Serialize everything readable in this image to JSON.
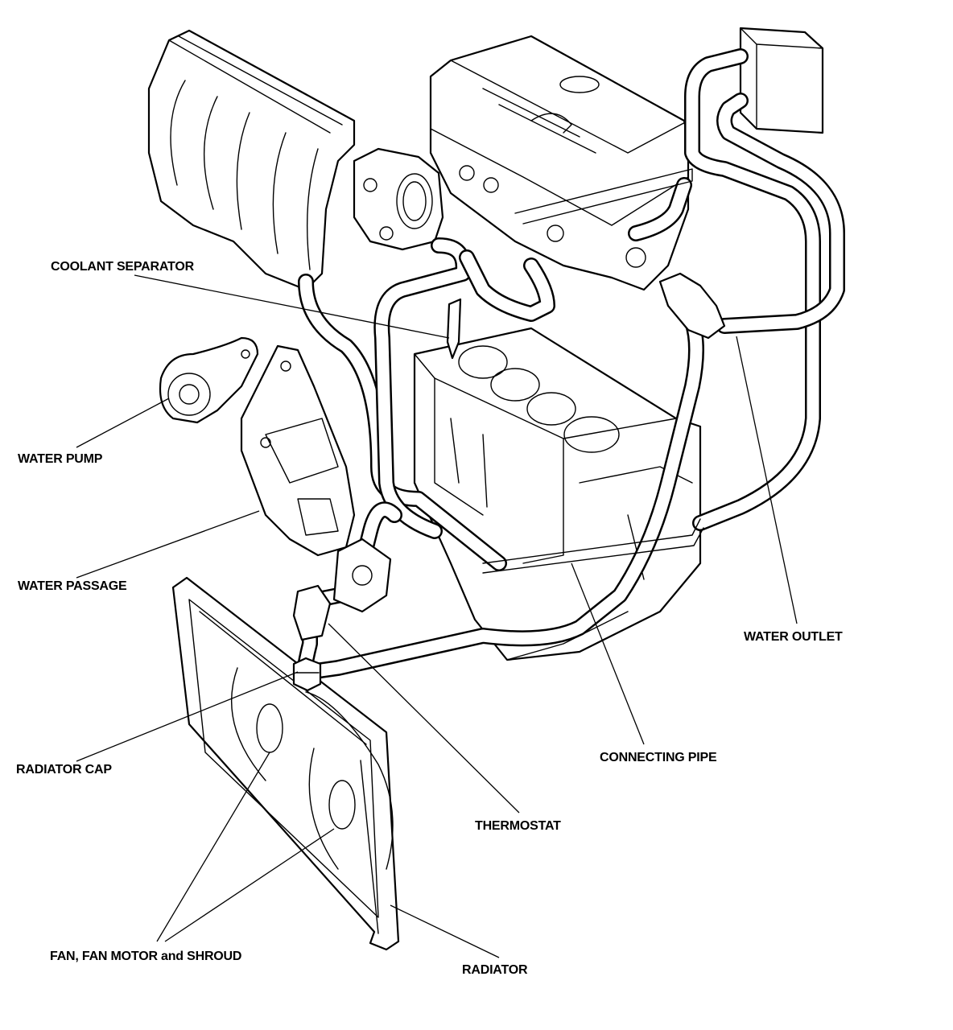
{
  "labels": {
    "coolant_separator": "COOLANT SEPARATOR",
    "water_pump": "WATER PUMP",
    "water_passage": "WATER PASSAGE",
    "radiator_cap": "RADIATOR CAP",
    "fan_motor_shroud": "FAN, FAN MOTOR and SHROUD",
    "radiator": "RADIATOR",
    "thermostat": "THERMOSTAT",
    "connecting_pipe": "CONNECTING PIPE",
    "water_outlet": "WATER OUTLET"
  },
  "colors": {
    "ink": "#000000",
    "paper": "#ffffff"
  }
}
